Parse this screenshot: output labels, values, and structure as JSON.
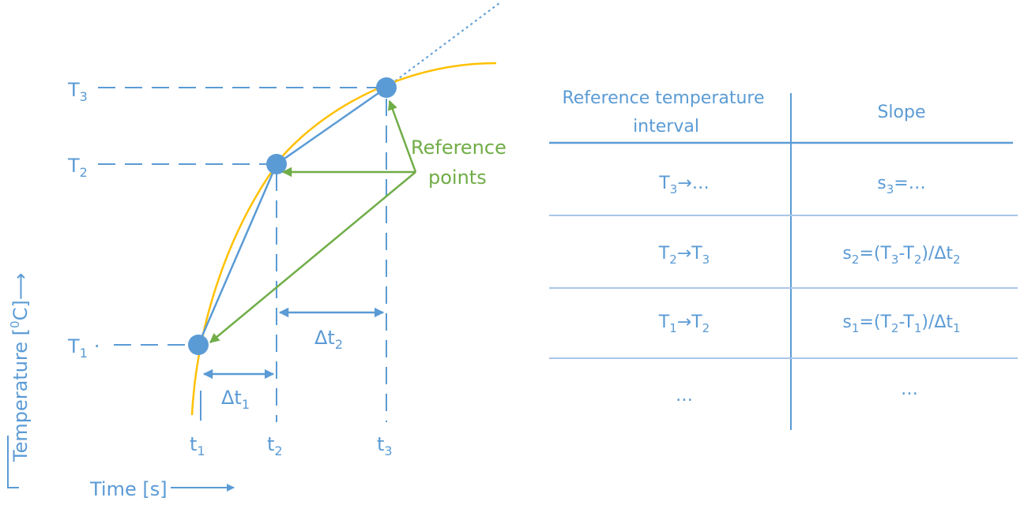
{
  "axes": {
    "y_label": "Temperature [",
    "y_unit_sup": "0",
    "y_unit_close": "C]",
    "y_arrow": "⟶",
    "x_label": "Time [s]",
    "x_arrow": "⟶"
  },
  "levels": [
    {
      "base": "T",
      "sub": "3"
    },
    {
      "base": "T",
      "sub": "2"
    },
    {
      "base": "T",
      "sub": "1"
    }
  ],
  "level_t1_dot": "·",
  "times": [
    {
      "base": "t",
      "sub": "1"
    },
    {
      "base": "t",
      "sub": "2"
    },
    {
      "base": "t",
      "sub": "3"
    }
  ],
  "intervals": [
    {
      "base": "Δt",
      "sub": "1"
    },
    {
      "base": "Δt",
      "sub": "2"
    }
  ],
  "reference_label": {
    "line1": "Reference",
    "line2": "points"
  },
  "table": {
    "header_interval_1": "Reference temperature",
    "header_interval_2": "interval",
    "header_slope": "Slope",
    "rows": [
      {
        "interval": {
          "a": "T",
          "a_sub": "3",
          "arrow": "→",
          "b": "…",
          "b_sub": ""
        },
        "slope": {
          "s": "s",
          "s_sub": "3",
          "expr": "=…"
        }
      },
      {
        "interval": {
          "a": "T",
          "a_sub": "2",
          "arrow": "→",
          "b": "T",
          "b_sub": "3"
        },
        "slope": {
          "s": "s",
          "s_sub": "2",
          "expr": "=(T",
          "x_sub": "3",
          "mid": "-T",
          "y_sub": "2",
          "tail": ")/Δt",
          "z_sub": "2"
        }
      },
      {
        "interval": {
          "a": "T",
          "a_sub": "1",
          "arrow": "→",
          "b": "T",
          "b_sub": "2"
        },
        "slope": {
          "s": "s",
          "s_sub": "1",
          "expr": "=(T",
          "x_sub": "2",
          "mid": "-T",
          "y_sub": "1",
          "tail": ")/Δt",
          "z_sub": "1"
        }
      },
      {
        "interval": {
          "text": "…"
        },
        "slope": {
          "text": "…"
        }
      }
    ]
  },
  "colors": {
    "blue": "#5B9BD5",
    "orange": "#FFC000",
    "green": "#70AD47",
    "table_line": "#A9C6E8"
  }
}
